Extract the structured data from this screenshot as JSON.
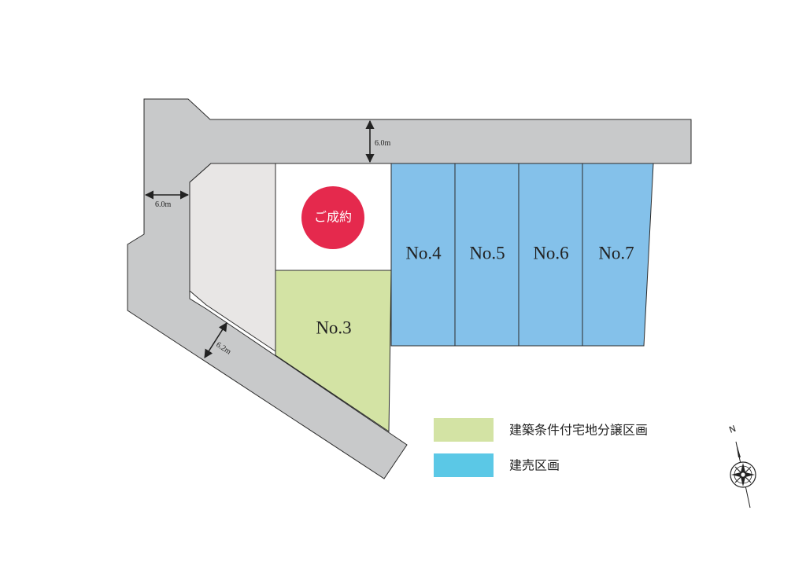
{
  "colors": {
    "road": "#c8c9ca",
    "sold_lot": "#e8e6e5",
    "conditional_lot": "#d3e3a4",
    "ready_built_lot": "#84c1ea",
    "ready_built_legend": "#5bc8e6",
    "sold_badge": "#e5294d",
    "outline": "#2b2b2b"
  },
  "roads": {
    "north_width": "6.0m",
    "west_width": "6.0m",
    "diagonal_width": "6.2m"
  },
  "sold_badge": {
    "label": "ご成約"
  },
  "lots": [
    {
      "id": "no3",
      "label": "No.3",
      "category": "conditional"
    },
    {
      "id": "no4",
      "label": "No.4",
      "category": "ready_built"
    },
    {
      "id": "no5",
      "label": "No.5",
      "category": "ready_built"
    },
    {
      "id": "no6",
      "label": "No.6",
      "category": "ready_built"
    },
    {
      "id": "no7",
      "label": "No.7",
      "category": "ready_built"
    }
  ],
  "legend": [
    {
      "id": "conditional",
      "label": "建築条件付宅地分譲区画",
      "color": "#d3e3a4"
    },
    {
      "id": "ready_built",
      "label": "建売区画",
      "color": "#5bc8e6"
    }
  ],
  "compass": {
    "north_label": "N",
    "icon": "compass-rose-icon"
  }
}
